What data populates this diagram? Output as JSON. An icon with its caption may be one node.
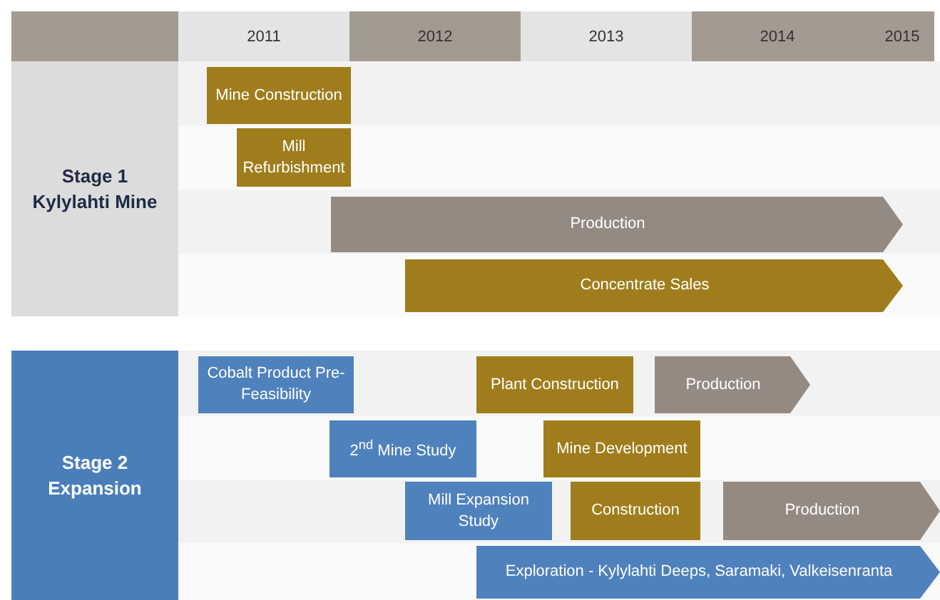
{
  "diagram": {
    "nodes": [
      {
        "text": [
          "Stage 1 Kylylahti Mine"
        ]
      },
      {
        "text": [
          "Mine Construction"
        ]
      },
      {
        "text": [
          "Mill Refurbishment"
        ]
      },
      {
        "text": [
          "Production"
        ]
      },
      {
        "text": [
          "Concentrate Sales"
        ]
      },
      {
        "text": [
          "Stage 2 Expansion"
        ]
      },
      {
        "text": [
          "Cobalt Product Pre-Feasibility"
        ]
      },
      {
        "text": [
          "Plant Construction"
        ]
      },
      {
        "text": [
          "Production"
        ]
      },
      {
        "text": [
          "2$^{nd}$ Mine Study"
        ]
      },
      {
        "text": [
          "Mine Development"
        ]
      },
      {
        "text": [
          "Mill Expansion Study"
        ]
      },
      {
        "text": [
          "Construction"
        ]
      },
      {
        "text": [
          "Production"
        ]
      },
      {
        "text": [
          "Exploration - Kylylahti Deeps, Saramaki, Valkeisenranta"
        ]
      }
    ],
    "edges": [],
    "labels": [
      "2011",
      "2012",
      "2013",
      "2014",
      "2015"
    ]
  }
}
